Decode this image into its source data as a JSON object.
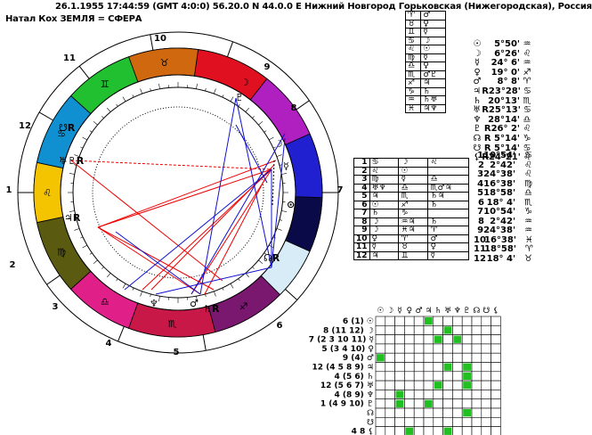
{
  "header": {
    "line1": "26.1.1955 17:44:59  (GMT 4:0:0)   56.20.0 N   44.0.0 E  Нижний Новгород Горьковская (Нижегородская), Россия",
    "line2": "Натал  Кох ЗЕМЛЯ = СФЕРА"
  },
  "house_numbers": [
    "1",
    "2",
    "3",
    "4",
    "5",
    "6",
    "7",
    "8",
    "9",
    "10",
    "11",
    "12"
  ],
  "planets": [
    {
      "glyph": "☉",
      "pos": "5°50'",
      "sign": "♒"
    },
    {
      "glyph": "☽",
      "pos": "6°26'",
      "sign": "♌"
    },
    {
      "glyph": "☿",
      "pos": "24° 6'",
      "sign": "♒"
    },
    {
      "glyph": "♀",
      "pos": "19° 0'",
      "sign": "♐"
    },
    {
      "glyph": "♂",
      "pos": "8° 8'",
      "sign": "♈"
    },
    {
      "glyph": "♃",
      "pos": "R23°28'",
      "sign": "♋"
    },
    {
      "glyph": "♄",
      "pos": "20°13'",
      "sign": "♏"
    },
    {
      "glyph": "♅",
      "pos": "R25°13'",
      "sign": "♋"
    },
    {
      "glyph": "♆",
      "pos": "28°14'",
      "sign": "♎"
    },
    {
      "glyph": "♇",
      "pos": "R26° 2'",
      "sign": "♌"
    },
    {
      "glyph": "☊",
      "pos": "R 5°14'",
      "sign": "♑"
    },
    {
      "glyph": "☋",
      "pos": "R 5°14'",
      "sign": "♋"
    },
    {
      "glyph": "⚸",
      "pos": "R24°21'",
      "sign": "♌"
    }
  ],
  "cusps": [
    {
      "n": "1",
      "pos": "10°54'",
      "sign": "♋"
    },
    {
      "n": "2",
      "pos": "2°42'",
      "sign": "♌"
    },
    {
      "n": "3",
      "pos": "24°38'",
      "sign": "♌"
    },
    {
      "n": "4",
      "pos": "16°38'",
      "sign": "♍"
    },
    {
      "n": "5",
      "pos": "18°58'",
      "sign": "♎"
    },
    {
      "n": "6",
      "pos": "18° 4'",
      "sign": "♏"
    },
    {
      "n": "7",
      "pos": "10°54'",
      "sign": "♑"
    },
    {
      "n": "8",
      "pos": "2°42'",
      "sign": "♒"
    },
    {
      "n": "9",
      "pos": "24°38'",
      "sign": "♒"
    },
    {
      "n": "10",
      "pos": "16°38'",
      "sign": "♓"
    },
    {
      "n": "11",
      "pos": "18°58'",
      "sign": "♈"
    },
    {
      "n": "12",
      "pos": "18° 4'",
      "sign": "♉"
    }
  ],
  "sign_rulers": [
    [
      "♈",
      "♂"
    ],
    [
      "♉",
      "♀"
    ],
    [
      "♊",
      "☿"
    ],
    [
      "♋",
      "☽"
    ],
    [
      "♌",
      "☉"
    ],
    [
      "♍",
      "☿"
    ],
    [
      "♎",
      "♀"
    ],
    [
      "♏",
      "♂♇"
    ],
    [
      "♐",
      "♃"
    ],
    [
      "♑",
      "♄"
    ],
    [
      "♒",
      "♄♅"
    ],
    [
      "♓",
      "♃♆"
    ]
  ],
  "house_table": [
    [
      "1",
      "♋",
      "☽",
      "♌"
    ],
    [
      "2",
      "♌",
      "☉",
      ""
    ],
    [
      "3",
      "♍",
      "☿",
      "♎"
    ],
    [
      "4",
      "♅♆",
      "♎",
      "♏♂♃"
    ],
    [
      "5",
      "♃",
      "♏",
      "♄♃"
    ],
    [
      "6",
      "☉",
      "♐",
      "♄"
    ],
    [
      "7",
      "♄",
      "♑",
      ""
    ],
    [
      "8",
      "☽",
      "♒♃",
      "♄"
    ],
    [
      "9",
      "☽",
      "♓♃",
      "♈"
    ],
    [
      "10",
      "♀",
      "♈",
      "♂"
    ],
    [
      "11",
      "☿",
      "♉",
      "♀"
    ],
    [
      "12",
      "♃",
      "♊",
      "☿"
    ]
  ],
  "aspect_rows": [
    "6 (1) ☉",
    "8 (11 12) ☽",
    "7 (2 3 10 11) ☿",
    "5 (3 4 10) ♀",
    "9 (4) ♂",
    "12 (4 5 8 9) ♃",
    "4 (5 6) ♄",
    "12 (5 6 7) ♅",
    "4 (8 9) ♆",
    "1 (4 9 10) ♇",
    "☊",
    "☋",
    "4 8 ⚸"
  ],
  "aspect_cols": [
    "☉",
    "☽",
    "☿",
    "♀",
    "♂",
    "♃",
    "♄",
    "♅",
    "♆",
    "♇",
    "☊",
    "☋",
    "⚸"
  ]
}
